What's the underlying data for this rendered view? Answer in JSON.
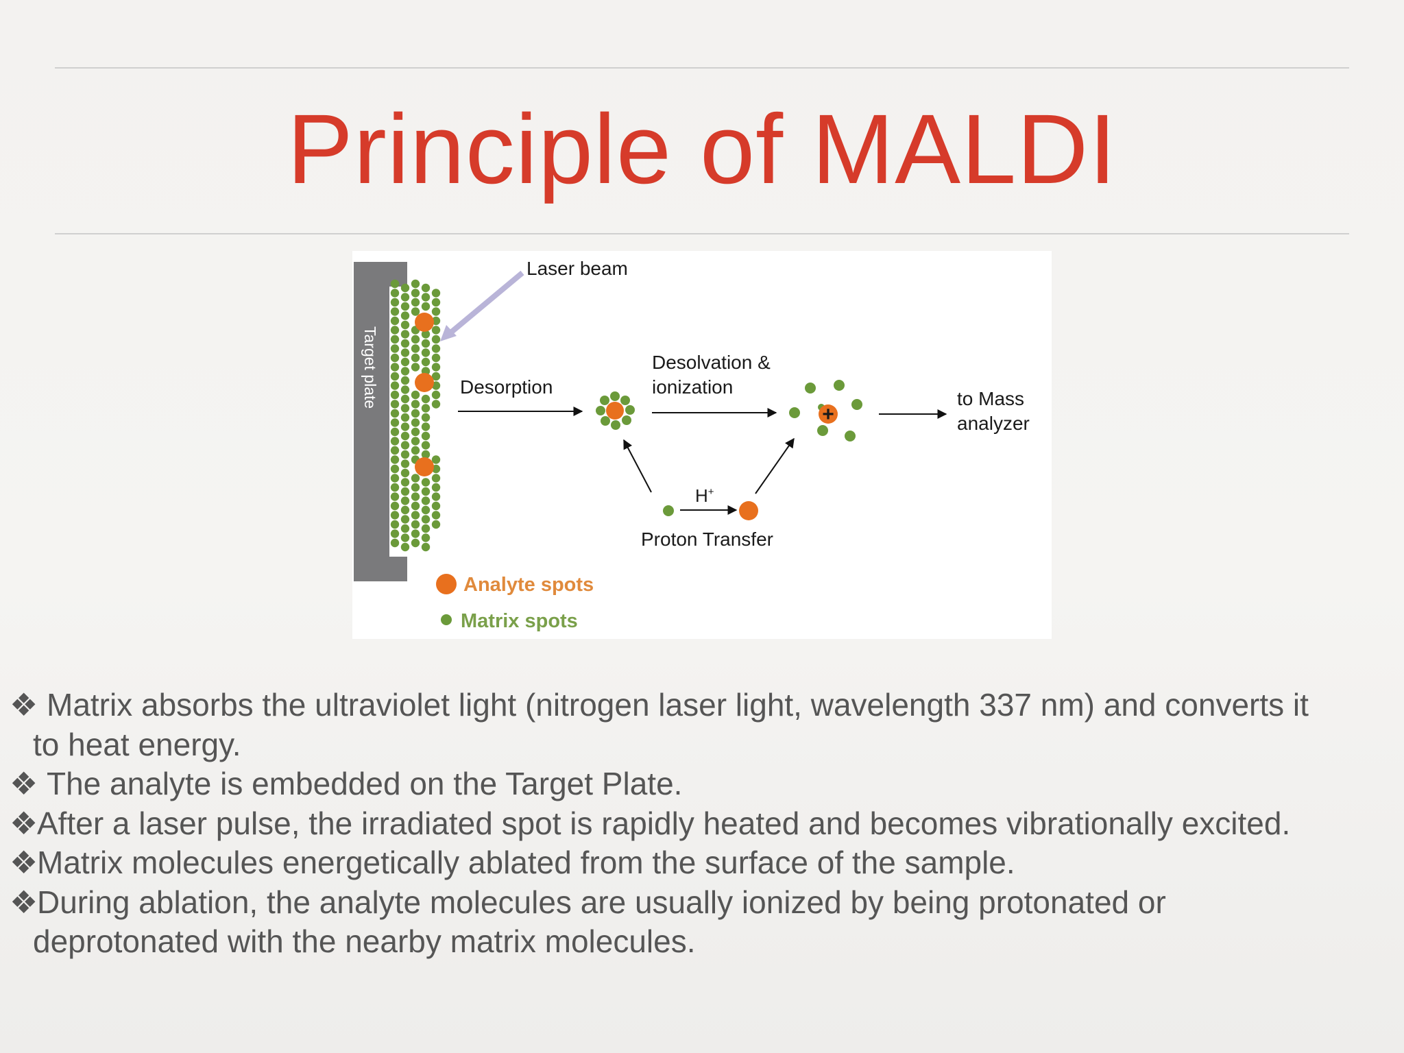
{
  "slide": {
    "title": "Principle of MALDI"
  },
  "diagram": {
    "target_plate_label": "Target plate",
    "laser_beam_label": "Laser beam",
    "desorption_label": "Desorption",
    "desolvation_label_line1": "Desolvation &",
    "desolvation_label_line2": "ionization",
    "to_mass_line1": "to Mass",
    "to_mass_line2": "analyzer",
    "h_plus_label": "H",
    "h_plus_sup": "+",
    "proton_transfer_label": "Proton Transfer",
    "plus_sign": "+",
    "legend_analyte": "Analyte spots",
    "legend_matrix": "Matrix spots",
    "colors": {
      "plate": "#7a7a7c",
      "matrix": "#6b9a3a",
      "analyte": "#e8701e",
      "laser": "#b9b4d8",
      "legend_analyte_text": "#e08a3c",
      "legend_matrix_text": "#7aa04a"
    }
  },
  "bullets": [
    {
      "mark": "❖",
      "line1": "Matrix absorbs the ultraviolet light (nitrogen laser light, wavelength 337 nm) and converts it",
      "line2": "to heat energy."
    },
    {
      "mark": "❖",
      "line1": "The analyte is embedded on the Target Plate."
    },
    {
      "mark": "❖",
      "line1": "After a laser pulse, the irradiated spot is rapidly heated and becomes vibrationally excited."
    },
    {
      "mark": "❖",
      "line1": "Matrix molecules energetically ablated from the surface of the sample."
    },
    {
      "mark": "❖",
      "line1": "During ablation, the analyte molecules are usually ionized by being protonated or",
      "line2": "deprotonated with the nearby matrix molecules."
    }
  ]
}
